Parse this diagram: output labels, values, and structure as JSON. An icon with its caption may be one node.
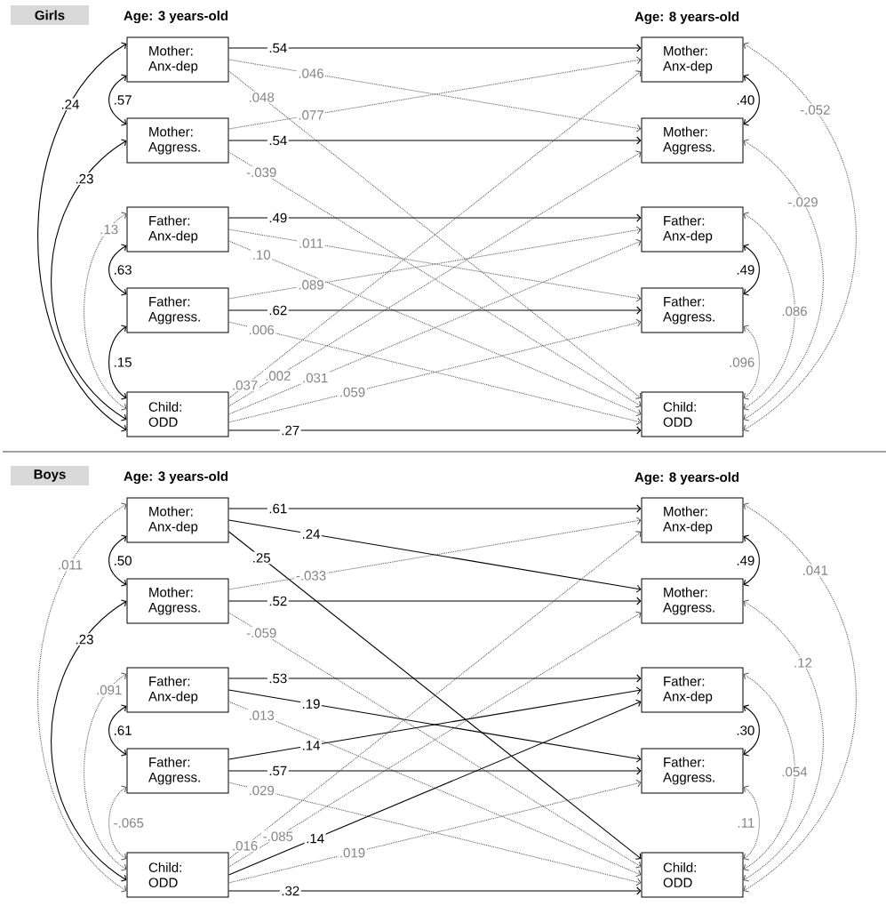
{
  "diagram": {
    "nodes": [
      {
        "text": [
          "Girls"
        ]
      },
      {
        "text": [
          "Mother: Anx-dep"
        ]
      },
      {
        "text": [
          "Mother: Aggress."
        ]
      },
      {
        "text": [
          "Father: Anx-dep"
        ]
      },
      {
        "text": [
          "Father: Aggress."
        ]
      },
      {
        "text": [
          "Child: ODD"
        ]
      },
      {
        "text": [
          "Mother: Anx-dep"
        ]
      },
      {
        "text": [
          "Mother: Aggress."
        ]
      },
      {
        "text": [
          "Father: Anx-dep"
        ]
      },
      {
        "text": [
          "Father: Aggress."
        ]
      },
      {
        "text": [
          "Child: ODD"
        ]
      },
      {
        "text": [
          "Boys"
        ]
      },
      {
        "text": [
          "Mother: Anx-dep"
        ]
      },
      {
        "text": [
          "Mother: Aggress."
        ]
      },
      {
        "text": [
          "Father: Anx-dep"
        ]
      },
      {
        "text": [
          "Father: Aggress."
        ]
      },
      {
        "text": [
          "Child: ODD"
        ]
      },
      {
        "text": [
          "Mother: Anx-dep"
        ]
      },
      {
        "text": [
          "Mother: Aggress."
        ]
      },
      {
        "text": [
          "Father: Anx-dep"
        ]
      },
      {
        "text": [
          "Father: Aggress."
        ]
      },
      {
        "text": [
          "Child: ODD"
        ]
      }
    ],
    "edges": [
      {
        "from": 1,
        "to": 6,
        "arrow": "to",
        "label": ".54"
      },
      {
        "from": 1,
        "to": 7,
        "arrow": "to",
        "label": ".046",
        "style": "dashed"
      },
      {
        "from": 1,
        "to": 10,
        "arrow": "to",
        "label": ".048",
        "style": "dashed"
      },
      {
        "from": 2,
        "to": 6,
        "arrow": "to",
        "label": ".077",
        "style": "dashed"
      },
      {
        "from": 2,
        "to": 7,
        "arrow": "to",
        "label": ".54"
      },
      {
        "from": 2,
        "to": 10,
        "arrow": "to",
        "label": "-.039",
        "style": "dashed"
      },
      {
        "from": 3,
        "to": 8,
        "arrow": "to",
        "label": ".49"
      },
      {
        "from": 3,
        "to": 9,
        "arrow": "to",
        "label": ".011",
        "style": "dashed"
      },
      {
        "from": 3,
        "to": 10,
        "arrow": "to",
        "label": ".10",
        "style": "dashed"
      },
      {
        "from": 4,
        "to": 8,
        "arrow": "to",
        "label": ".089",
        "style": "dashed"
      },
      {
        "from": 4,
        "to": 9,
        "arrow": "to",
        "label": ".62"
      },
      {
        "from": 4,
        "to": 10,
        "arrow": "to",
        "label": ".006",
        "style": "dashed"
      },
      {
        "from": 5,
        "to": 6,
        "arrow": "to",
        "label": ".037",
        "style": "dashed"
      },
      {
        "from": 5,
        "to": 7,
        "arrow": "to",
        "label": ".002",
        "style": "dashed"
      },
      {
        "from": 5,
        "to": 8,
        "arrow": "to",
        "label": ".031",
        "style": "dashed"
      },
      {
        "from": 5,
        "to": 9,
        "arrow": "to",
        "label": ".059",
        "style": "dashed"
      },
      {
        "from": 5,
        "to": 10,
        "arrow": "to",
        "label": ".27"
      },
      {
        "from": 1,
        "to": 2,
        "arrow": "both",
        "label": ".57"
      },
      {
        "from": 3,
        "to": 4,
        "arrow": "both",
        "label": ".63"
      },
      {
        "from": 4,
        "to": 5,
        "arrow": "both",
        "label": ".15"
      },
      {
        "from": 1,
        "to": 5,
        "arrow": "both",
        "label": ".24"
      },
      {
        "from": 2,
        "to": 5,
        "arrow": "both",
        "label": ".23"
      },
      {
        "from": 3,
        "to": 5,
        "arrow": "both",
        "label": ".13",
        "style": "dashed"
      },
      {
        "from": 6,
        "to": 7,
        "arrow": "both",
        "label": ".40"
      },
      {
        "from": 8,
        "to": 9,
        "arrow": "both",
        "label": ".49"
      },
      {
        "from": 9,
        "to": 10,
        "arrow": "both",
        "label": ".096",
        "style": "dashed"
      },
      {
        "from": 8,
        "to": 10,
        "arrow": "both",
        "label": ".086",
        "style": "dashed"
      },
      {
        "from": 7,
        "to": 10,
        "arrow": "both",
        "label": "-.029",
        "style": "dashed"
      },
      {
        "from": 6,
        "to": 10,
        "arrow": "both",
        "label": "-.052",
        "style": "dashed"
      },
      {
        "from": 12,
        "to": 17,
        "arrow": "to",
        "label": ".61"
      },
      {
        "from": 12,
        "to": 18,
        "arrow": "to",
        "label": ".24"
      },
      {
        "from": 12,
        "to": 21,
        "arrow": "to",
        "label": ".25"
      },
      {
        "from": 13,
        "to": 17,
        "arrow": "to",
        "label": "-.033",
        "style": "dashed"
      },
      {
        "from": 13,
        "to": 18,
        "arrow": "to",
        "label": ".52"
      },
      {
        "from": 13,
        "to": 21,
        "arrow": "to",
        "label": "-.059",
        "style": "dashed"
      },
      {
        "from": 14,
        "to": 19,
        "arrow": "to",
        "label": ".53"
      },
      {
        "from": 14,
        "to": 20,
        "arrow": "to",
        "label": ".19"
      },
      {
        "from": 14,
        "to": 21,
        "arrow": "to",
        "label": ".013",
        "style": "dashed"
      },
      {
        "from": 15,
        "to": 19,
        "arrow": "to",
        "label": ".14"
      },
      {
        "from": 15,
        "to": 20,
        "arrow": "to",
        "label": ".57"
      },
      {
        "from": 15,
        "to": 21,
        "arrow": "to",
        "label": ".029",
        "style": "dashed"
      },
      {
        "from": 16,
        "to": 17,
        "arrow": "to",
        "label": ".016",
        "style": "dashed"
      },
      {
        "from": 16,
        "to": 18,
        "arrow": "to",
        "label": "-.085",
        "style": "dashed"
      },
      {
        "from": 16,
        "to": 19,
        "arrow": "to",
        "label": ".14"
      },
      {
        "from": 16,
        "to": 20,
        "arrow": "to",
        "label": ".019",
        "style": "dashed"
      },
      {
        "from": 16,
        "to": 21,
        "arrow": "to",
        "label": ".32"
      },
      {
        "from": 12,
        "to": 13,
        "arrow": "both",
        "label": ".50"
      },
      {
        "from": 14,
        "to": 15,
        "arrow": "both",
        "label": ".61"
      },
      {
        "from": 15,
        "to": 16,
        "arrow": "both",
        "label": "-.065",
        "style": "dashed"
      },
      {
        "from": 12,
        "to": 16,
        "arrow": "both",
        "label": ".011",
        "style": "dashed"
      },
      {
        "from": 13,
        "to": 16,
        "arrow": "both",
        "label": ".23"
      },
      {
        "from": 14,
        "to": 16,
        "arrow": "both",
        "label": ".091",
        "style": "dashed"
      },
      {
        "from": 17,
        "to": 18,
        "arrow": "both",
        "label": ".49"
      },
      {
        "from": 19,
        "to": 20,
        "arrow": "both",
        "label": ".30"
      },
      {
        "from": 20,
        "to": 21,
        "arrow": "both",
        "label": ".11",
        "style": "dashed"
      },
      {
        "from": 19,
        "to": 21,
        "arrow": "both",
        "label": ".054",
        "style": "dashed"
      },
      {
        "from": 18,
        "to": 21,
        "arrow": "both",
        "label": ".12",
        "style": "dashed"
      },
      {
        "from": 17,
        "to": 21,
        "arrow": "both",
        "label": ".041",
        "style": "dashed"
      }
    ],
    "labels": [
      "Age: 3 years-old",
      "Age: 8 years-old",
      "Age: 3 years-old",
      "Age: 8 years-old"
    ]
  }
}
